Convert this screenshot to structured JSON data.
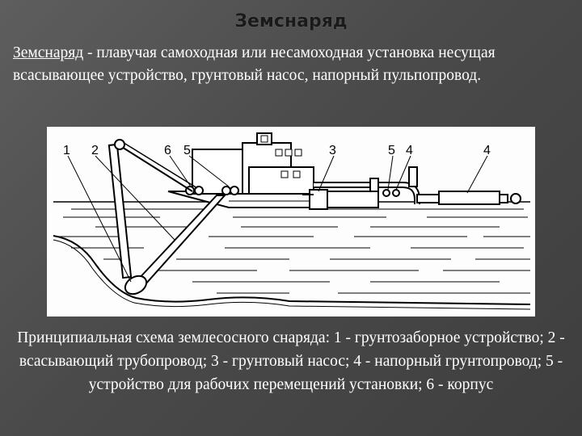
{
  "title": "Земснаряд",
  "intro": {
    "term": "Земснаряд",
    "text": " - плавучая самоходная или несамоходная установка несущая всасывающее устройство, грунтовый насос, напорный пульпопровод."
  },
  "figure": {
    "labels": [
      {
        "id": "label-1",
        "text": "1"
      },
      {
        "id": "label-2",
        "text": "2"
      },
      {
        "id": "label-6",
        "text": "6"
      },
      {
        "id": "label-5a",
        "text": "5"
      },
      {
        "id": "label-3",
        "text": "3"
      },
      {
        "id": "label-5b",
        "text": "5"
      },
      {
        "id": "label-4a",
        "text": "4"
      },
      {
        "id": "label-4b",
        "text": "4"
      }
    ]
  },
  "caption": "Принципиальная схема землесосного снаряда: 1 - грунтозаборное устройство; 2 - всасывающий трубопровод; 3 - грунтовый насос; 4 - напорный грунтопровод; 5 - устройство для рабочих перемещений установки; 6 - корпус"
}
